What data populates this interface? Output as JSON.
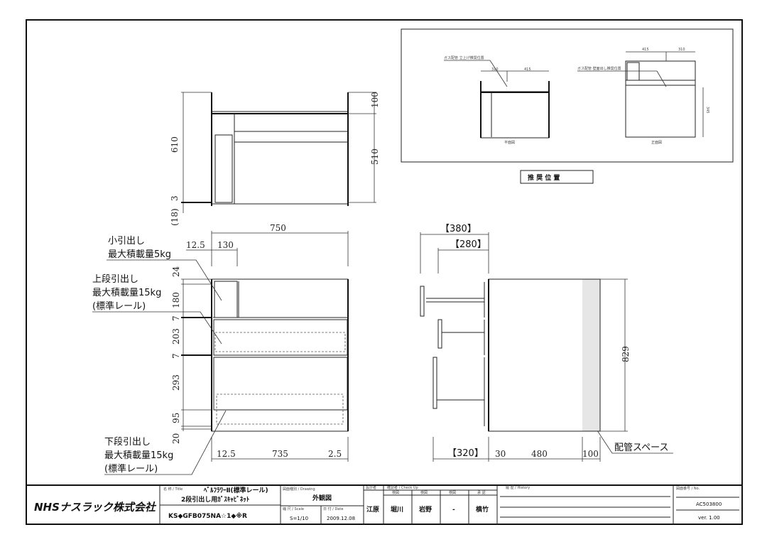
{
  "plan_view": {
    "dims": {
      "total_height": "610",
      "gap": "3",
      "base": "(18)",
      "top": "100",
      "depth": "510"
    }
  },
  "recommended": {
    "label": "推 奨 位 置",
    "left": {
      "note": "ガス配管 立上げ推奨位置",
      "dim_a": "310",
      "dim_b": "415",
      "caption": "平面図"
    },
    "right": {
      "note": "ガス配管 壁面出し推奨位置",
      "dim_a": "415",
      "dim_b": "310",
      "dim_v": "345",
      "caption": "正面図"
    }
  },
  "front_view": {
    "width": "750",
    "left_margin": "12.5",
    "small_width": "130",
    "heights": [
      "24",
      "180",
      "7",
      "203",
      "7",
      "293",
      "95",
      "20"
    ],
    "bottom": [
      "12.5",
      "735",
      "2.5"
    ]
  },
  "callouts": {
    "small": [
      "小引出し",
      "最大積載量5kg"
    ],
    "upper": [
      "上段引出し",
      "最大積載量15kg",
      "(標準レール)"
    ],
    "lower": [
      "下段引出し",
      "最大積載量15kg",
      "(標準レール)"
    ],
    "piping": "配管スペース"
  },
  "side_view": {
    "d380": "【380】",
    "d280": "【280】",
    "d320": "【320】",
    "d30": "30",
    "d480": "480",
    "d100": "100",
    "height": "829"
  },
  "title_block": {
    "company": "NHSナスラック株式会社",
    "title_label": "名 称 / Title",
    "title_1": "ﾍﾞﾙﾌﾗﾜｰⅡ(標準レール)",
    "title_2": "2段引出し用ｶﾞｽｷｬﾋﾞﾈｯﾄ",
    "model": "KS◆GFB075NA☆1◆※R",
    "drawing_label": "図面種別 / Drawing",
    "drawing": "外観図",
    "scale_label": "縮 尺 / Scale",
    "scale": "S=1/10",
    "date_label": "日 付 / Date",
    "date": "2009.12.08",
    "designer_label": "設計者",
    "designer": "江原",
    "check_label": "確認者 / Check Up",
    "check_heads": [
      "検図",
      "検図",
      "検図",
      "承 認"
    ],
    "checkers": [
      "堀川",
      "岩野",
      "-",
      "槙竹"
    ],
    "history_label": "履 歴 / History",
    "no_label": "図面番号 / No.",
    "number": "AC503800",
    "version": "ver. 1.00"
  }
}
